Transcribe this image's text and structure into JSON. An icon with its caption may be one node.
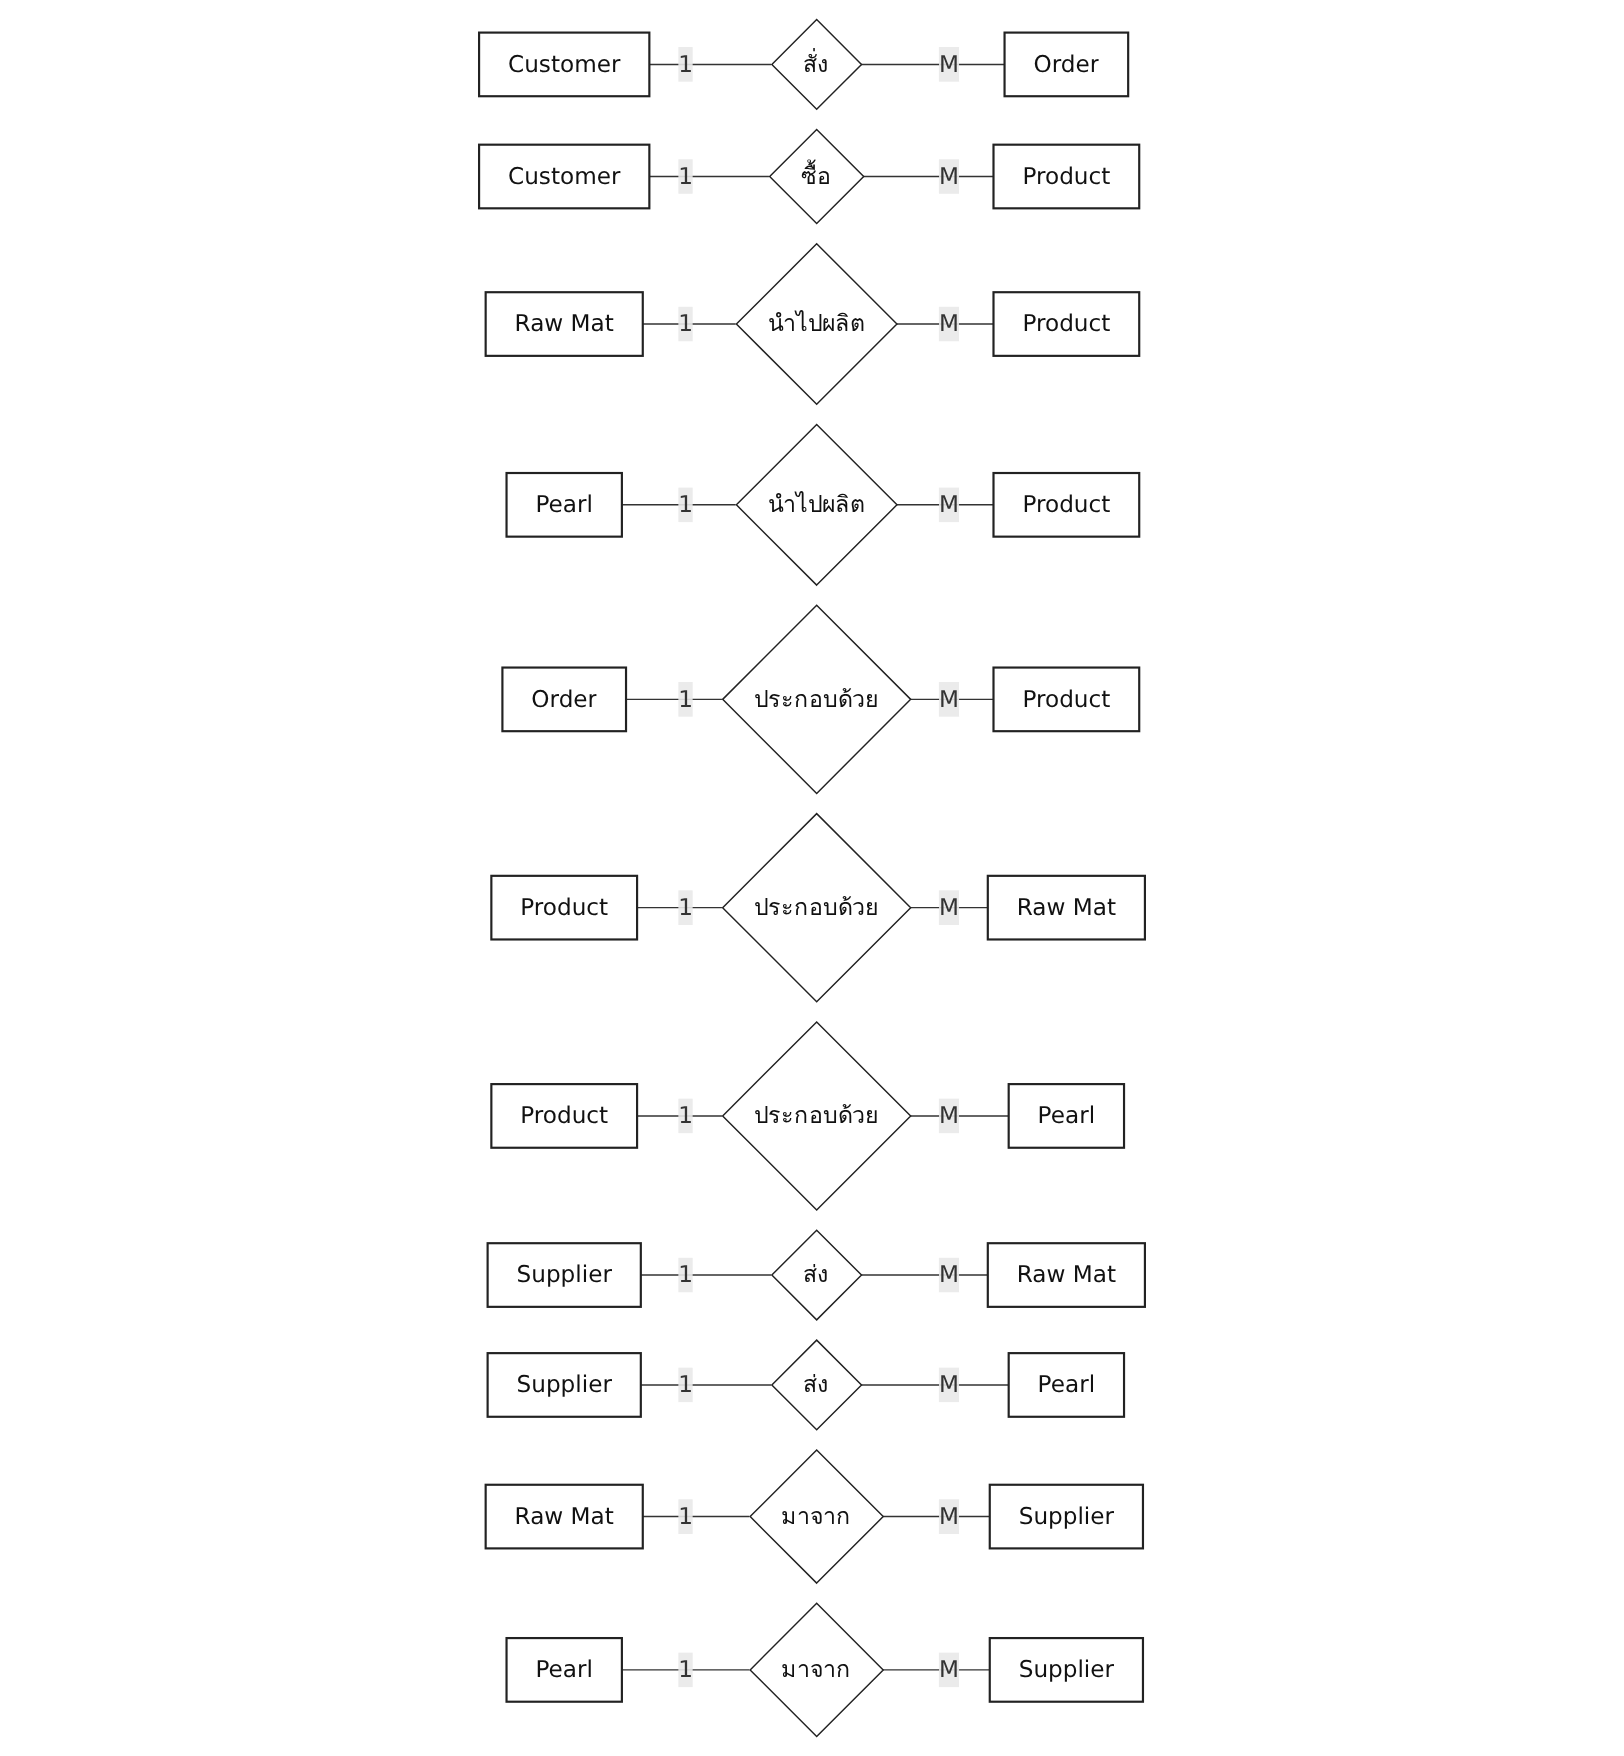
{
  "diagram": {
    "nodes": [
      {
        "text": [
          "Customer"
        ]
      },
      {
        "text": [
          "สั่ง"
        ]
      },
      {
        "text": [
          "Order"
        ]
      },
      {
        "text": [
          "Customer"
        ]
      },
      {
        "text": [
          "ซื้อ"
        ]
      },
      {
        "text": [
          "Product"
        ]
      },
      {
        "text": [
          "Raw Mat"
        ]
      },
      {
        "text": [
          "นำไปผลิต"
        ]
      },
      {
        "text": [
          "Product"
        ]
      },
      {
        "text": [
          "Pearl"
        ]
      },
      {
        "text": [
          "นำไปผลิต"
        ]
      },
      {
        "text": [
          "Product"
        ]
      },
      {
        "text": [
          "Order"
        ]
      },
      {
        "text": [
          "ประกอบด้วย"
        ]
      },
      {
        "text": [
          "Product"
        ]
      },
      {
        "text": [
          "Product"
        ]
      },
      {
        "text": [
          "ประกอบด้วย"
        ]
      },
      {
        "text": [
          "Raw Mat"
        ]
      },
      {
        "text": [
          "Product"
        ]
      },
      {
        "text": [
          "ประกอบด้วย"
        ]
      },
      {
        "text": [
          "Pearl"
        ]
      },
      {
        "text": [
          "Supplier"
        ]
      },
      {
        "text": [
          "ส่ง"
        ]
      },
      {
        "text": [
          "Raw Mat"
        ]
      },
      {
        "text": [
          "Supplier"
        ]
      },
      {
        "text": [
          "ส่ง"
        ]
      },
      {
        "text": [
          "Pearl"
        ]
      },
      {
        "text": [
          "Raw Mat"
        ]
      },
      {
        "text": [
          "มาจาก"
        ]
      },
      {
        "text": [
          "Supplier"
        ]
      },
      {
        "text": [
          "Pearl"
        ]
      },
      {
        "text": [
          "มาจาก"
        ]
      },
      {
        "text": [
          "Supplier"
        ]
      }
    ],
    "edges": [
      {
        "from": 0,
        "to": 1,
        "arrow": "none",
        "label": "1"
      },
      {
        "from": 1,
        "to": 2,
        "arrow": "none",
        "label": "M"
      },
      {
        "from": 3,
        "to": 4,
        "arrow": "none",
        "label": "1"
      },
      {
        "from": 4,
        "to": 5,
        "arrow": "none",
        "label": "M"
      },
      {
        "from": 6,
        "to": 7,
        "arrow": "none",
        "label": "1"
      },
      {
        "from": 7,
        "to": 8,
        "arrow": "none",
        "label": "M"
      },
      {
        "from": 9,
        "to": 10,
        "arrow": "none",
        "label": "1"
      },
      {
        "from": 10,
        "to": 11,
        "arrow": "none",
        "label": "M"
      },
      {
        "from": 12,
        "to": 13,
        "arrow": "none",
        "label": "1"
      },
      {
        "from": 13,
        "to": 14,
        "arrow": "none",
        "label": "M"
      },
      {
        "from": 15,
        "to": 16,
        "arrow": "none",
        "label": "1"
      },
      {
        "from": 16,
        "to": 17,
        "arrow": "none",
        "label": "M"
      },
      {
        "from": 18,
        "to": 19,
        "arrow": "none",
        "label": "1"
      },
      {
        "from": 19,
        "to": 20,
        "arrow": "none",
        "label": "M"
      },
      {
        "from": 21,
        "to": 22,
        "arrow": "none",
        "label": "1"
      },
      {
        "from": 22,
        "to": 23,
        "arrow": "none",
        "label": "M"
      },
      {
        "from": 24,
        "to": 25,
        "arrow": "none",
        "label": "1"
      },
      {
        "from": 25,
        "to": 26,
        "arrow": "none",
        "label": "M"
      },
      {
        "from": 27,
        "to": 28,
        "arrow": "none",
        "label": "1"
      },
      {
        "from": 28,
        "to": 29,
        "arrow": "none",
        "label": "M"
      },
      {
        "from": 30,
        "to": 31,
        "arrow": "none",
        "label": "1"
      },
      {
        "from": 31,
        "to": 32,
        "arrow": "none",
        "label": "M"
      }
    ]
  }
}
